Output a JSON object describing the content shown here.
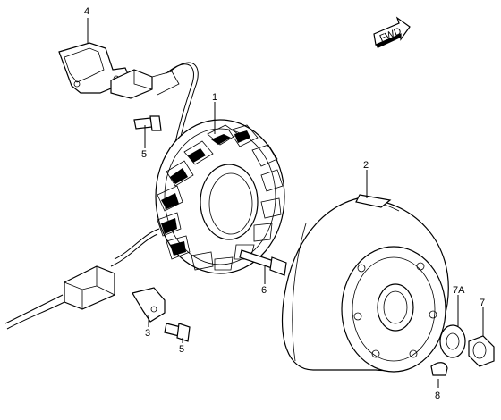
{
  "diagram": {
    "fwd_label": "FWD",
    "callouts": {
      "c1": "1",
      "c2": "2",
      "c3": "3",
      "c4": "4",
      "c5a": "5",
      "c5b": "5",
      "c6": "6",
      "c7": "7",
      "c7a": "7A",
      "c8": "8"
    }
  }
}
